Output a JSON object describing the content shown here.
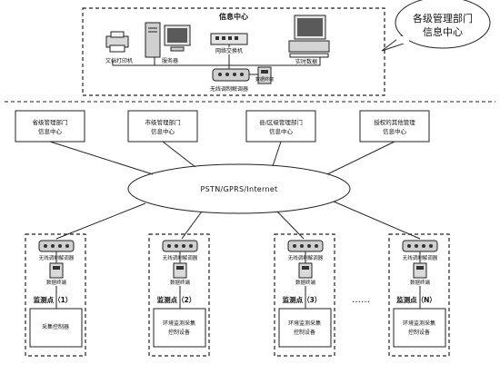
{
  "info_center": {
    "title": "信息中心",
    "devices": {
      "printer": "文档打印机",
      "server": "服务器",
      "switch": "网络交换机",
      "workstation": "实时数据",
      "dtu": "数据终端",
      "wireless_modem": "无线调制解调器"
    }
  },
  "callout": {
    "line1": "各级管理部门",
    "line2": "信息中心"
  },
  "dept_boxes": [
    {
      "line1": "省级管理部门",
      "line2": "信息中心"
    },
    {
      "line1": "市级管理部门",
      "line2": "信息中心"
    },
    {
      "line1": "县/区级管理部门",
      "line2": "信息中心"
    },
    {
      "line1": "授权的其他管理",
      "line2": "信息中心"
    }
  ],
  "network": {
    "label": "PSTN/GPRS/Internet"
  },
  "stations": [
    {
      "modem_label": "无线调制解调器",
      "dtu_label": "数据终端",
      "title": "监测点（1）",
      "device_line1": "采集控制器",
      "device_line2": ""
    },
    {
      "modem_label": "无线调制解调器",
      "dtu_label": "数据终端",
      "title": "监测点（2）",
      "device_line1": "环境监测采集",
      "device_line2": "控制设备"
    },
    {
      "modem_label": "无线调制解调器",
      "dtu_label": "数据终端",
      "title": "监测点（3）",
      "device_line1": "环境监测采集",
      "device_line2": "控制设备"
    },
    {
      "modem_label": "无线调制解调器",
      "dtu_label": "数据终端",
      "title": "监测点（N）",
      "device_line1": "环境监测采集",
      "device_line2": "控制设备"
    }
  ],
  "ellipsis": "……"
}
